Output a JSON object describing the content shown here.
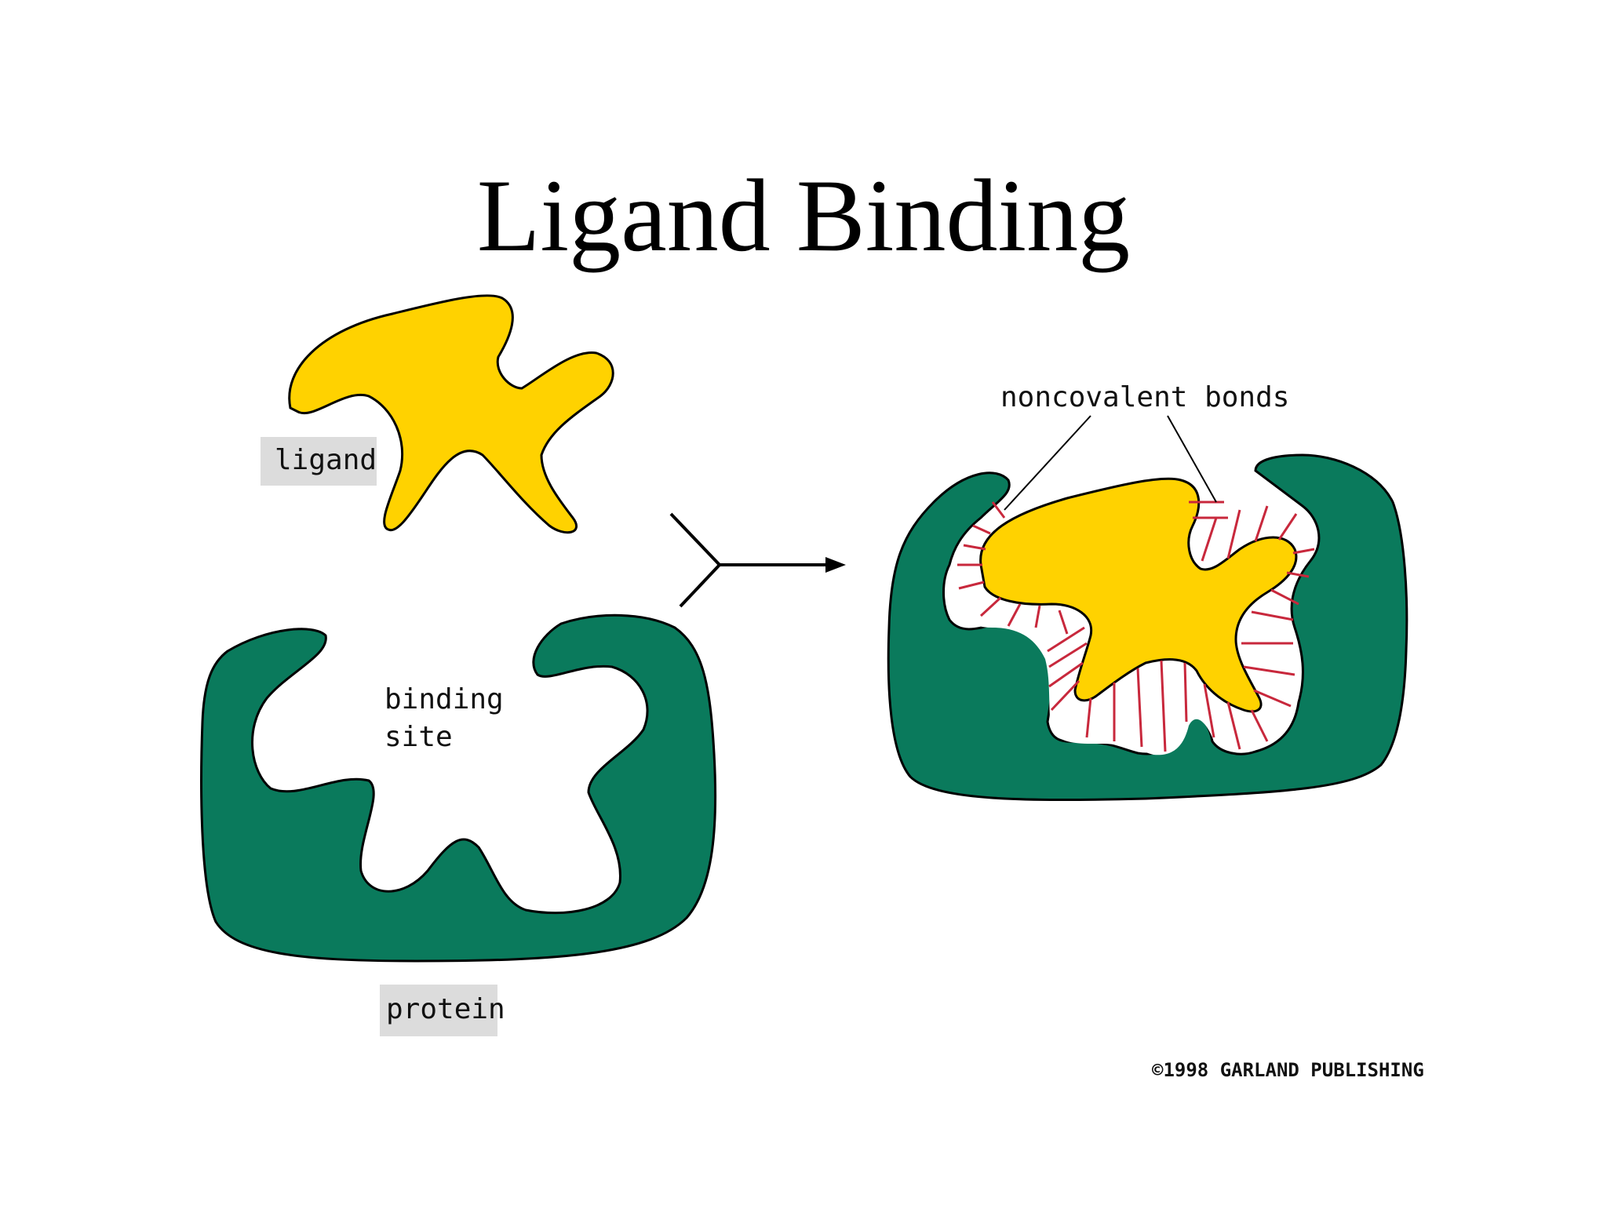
{
  "title": "Ligand Binding",
  "labels": {
    "ligand": "ligand",
    "binding_site_line1": "binding",
    "binding_site_line2": "site",
    "protein": "protein",
    "noncovalent_bonds": "noncovalent bonds"
  },
  "credit": "©1998 GARLAND PUBLISHING",
  "colors": {
    "ligand": "#ffd200",
    "protein": "#0a7a5c",
    "bonds": "#c8283c",
    "tag": "#dcdcdc"
  },
  "icons": [
    "reaction-arrow-icon"
  ]
}
